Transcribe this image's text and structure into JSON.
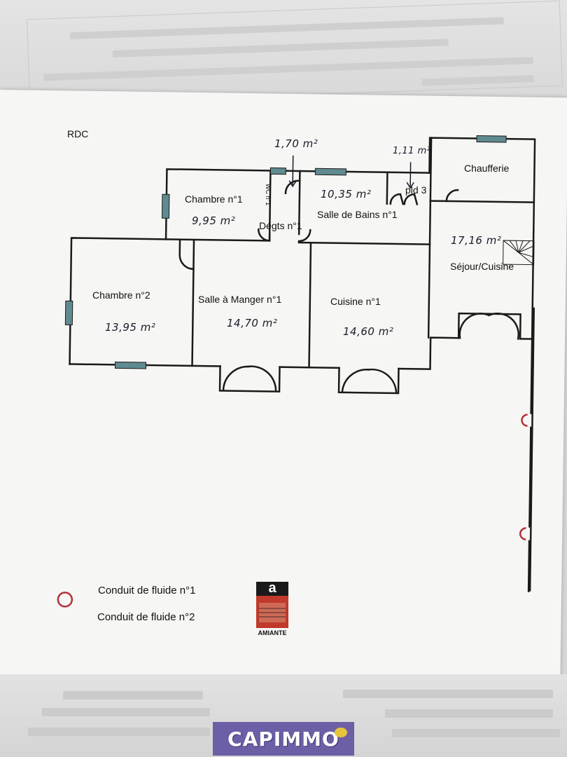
{
  "floor_label": "RDC",
  "rooms": {
    "chambre1": {
      "name": "Chambre n°1",
      "area": "9,95 m²"
    },
    "chambre2": {
      "name": "Chambre n°2",
      "area": "13,95 m²"
    },
    "salle_manger": {
      "name": "Salle à Manger n°1",
      "area": "14,70 m²"
    },
    "cuisine": {
      "name": "Cuisine n°1",
      "area": "14,60 m²"
    },
    "salle_bains": {
      "name": "Salle de Bains n°1",
      "area": "10,35 m²"
    },
    "pld": {
      "name": "pld 3",
      "area": "1,11 m²"
    },
    "wc": {
      "name": "WC n°1",
      "area": "1,70 m²"
    },
    "degts": {
      "name": "Dégts n°1"
    },
    "chaufferie": {
      "name": "Chaufferie"
    },
    "sejour": {
      "name": "Séjour/Cuisine",
      "area": "17,16 m²"
    }
  },
  "legend": {
    "conduit1": "Conduit de fluide n°1",
    "conduit2": "Conduit de fluide n°2"
  },
  "logo_text": "AMIANTE",
  "logo_letter": "a",
  "brand": "CAPIMMO",
  "colors": {
    "wall": "#1a1a1a",
    "window": "#5f8a90",
    "conduit": "#b3313a",
    "brand": "#6c5fa5",
    "logo_red": "#c0392b"
  }
}
